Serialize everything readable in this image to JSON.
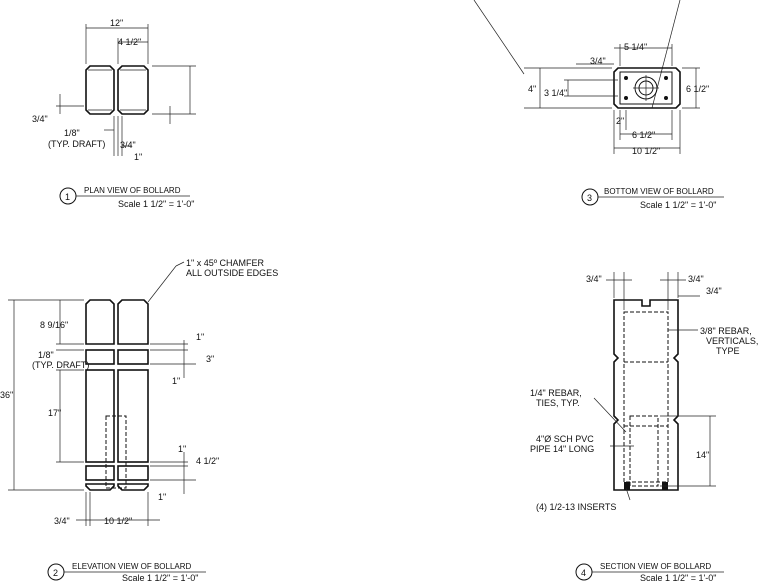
{
  "views": [
    {
      "num": "1",
      "title": "PLAN VIEW OF BOLLARD",
      "scale": "Scale 1 1/2\" = 1'-0\""
    },
    {
      "num": "2",
      "title": "ELEVATION VIEW OF BOLLARD",
      "scale": "Scale 1 1/2\" = 1'-0\""
    },
    {
      "num": "3",
      "title": "BOTTOM VIEW OF BOLLARD",
      "scale": "Scale 1 1/2\" = 1'-0\""
    },
    {
      "num": "4",
      "title": "SECTION VIEW OF BOLLARD",
      "scale": "Scale 1 1/2\" = 1'-0\""
    }
  ],
  "plan": {
    "width": "12\"",
    "half": "4 1/2\"",
    "edge": "3/4\"",
    "draft": "1/8\"",
    "draft_note": "(TYP. DRAFT)",
    "gap": "3/4\"",
    "inch": "1\""
  },
  "elevation": {
    "chamfer_1": "1\" x 45º CHAMFER",
    "chamfer_2": "ALL OUTSIDE EDGES",
    "top": "8 9/16\"",
    "draft": "1/8\"",
    "draft_note": "(TYP. DRAFT)",
    "total": "36\"",
    "mid": "17\"",
    "band_1": "1\"",
    "band_3": "3\"",
    "band_1b": "1\"",
    "low_1": "1\"",
    "low_45": "4 1/2\"",
    "low_1b": "1\"",
    "edge": "3/4\"",
    "base": "10 1/2\""
  },
  "bottom": {
    "d514": "5 1/4\"",
    "d34": "3/4\"",
    "d4": "4\"",
    "d314": "3 1/4\"",
    "d612": "6 1/2\"",
    "d2": "2\"",
    "d612b": "6 1/2\"",
    "d1012": "10 1/2\""
  },
  "section": {
    "d34a": "3/4\"",
    "d34b": "3/4\"",
    "d34c": "3/4\"",
    "rebar_v1": "3/8\" REBAR,",
    "rebar_v2": "VERTICALS,",
    "rebar_v3": "TYPE",
    "ties_1": "1/4\" REBAR,",
    "ties_2": "TIES, TYP.",
    "pvc_1": "4\"Ø SCH PVC",
    "pvc_2": "PIPE 14\" LONG",
    "d14": "14\"",
    "inserts": "(4) 1/2-13 INSERTS"
  }
}
